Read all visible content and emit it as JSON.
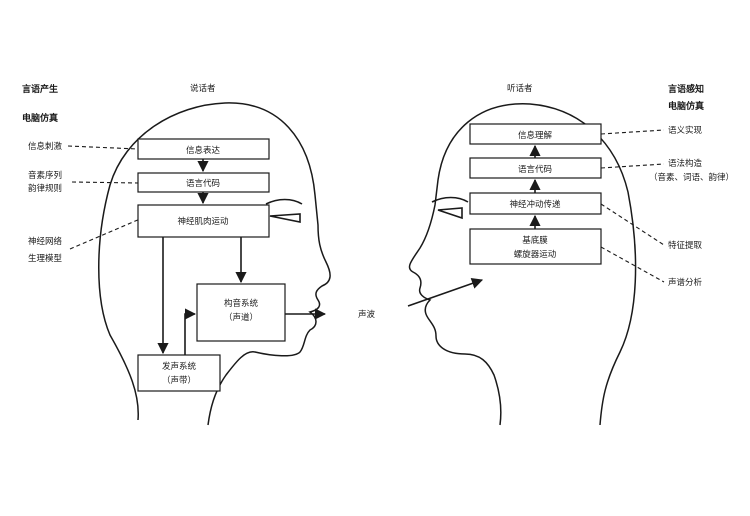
{
  "left": {
    "title_line1": "言语产生",
    "title_line2": "电脑仿真",
    "role": "说话者",
    "annotations": [
      "信息刺激",
      "音素序列",
      "韵律规则",
      "神经网络",
      "生理模型"
    ],
    "boxes": {
      "expression": "信息表达",
      "code": "语言代码",
      "neuromuscular": "神经肌肉运动",
      "articulation_1": "构音系统",
      "articulation_2": "（声道）",
      "phonation_1": "发声系统",
      "phonation_2": "（声带）"
    }
  },
  "middle": {
    "wave": "声波"
  },
  "right": {
    "title_line1": "言语感知",
    "title_line2": "电脑仿真",
    "role": "听话者",
    "annotations": [
      "语义实现",
      "语法构造",
      "（音素、词语、韵律）",
      "特征提取",
      "声谱分析"
    ],
    "boxes": {
      "understanding": "信息理解",
      "code": "语言代码",
      "nerve": "神经冲动传递",
      "membrane_1": "基底膜",
      "membrane_2": "螺旋器运动"
    }
  }
}
